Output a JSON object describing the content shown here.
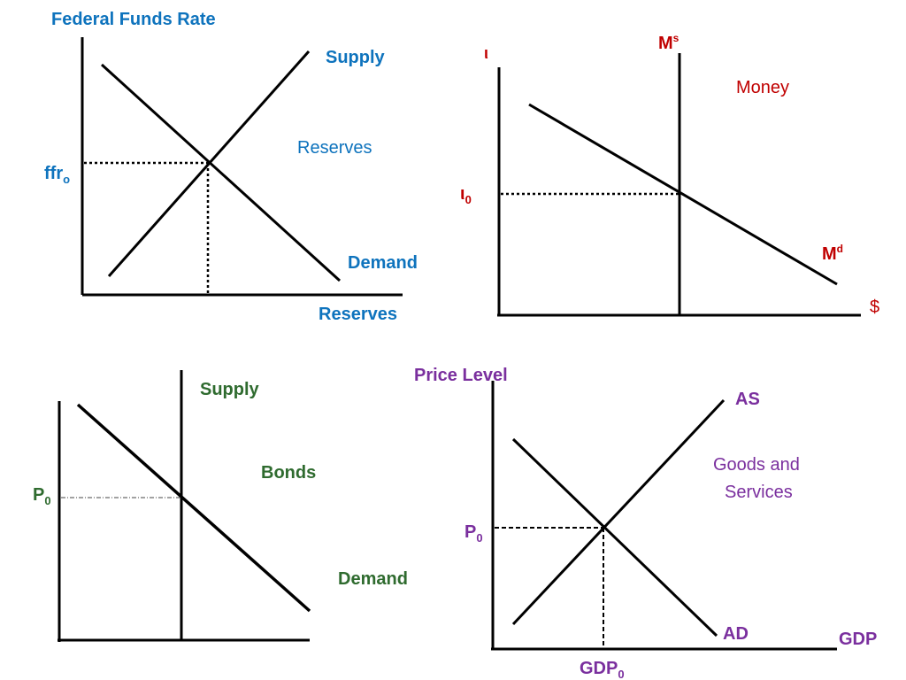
{
  "reserves_panel": {
    "y_axis_label": "Federal Funds Rate",
    "x_axis_label": "Reserves",
    "market_label": "Reserves",
    "supply_label": "Supply",
    "demand_label": "Demand",
    "equilibrium_rate_base": "ffr",
    "equilibrium_rate_sub": "o"
  },
  "money_panel": {
    "y_axis_label": "ι",
    "x_axis_label": "$",
    "market_label": "Money",
    "supply_base": "M",
    "supply_sup": "s",
    "demand_base": "M",
    "demand_sup": "d",
    "equilibrium_rate_base": "ι",
    "equilibrium_rate_sub": "0"
  },
  "bonds_panel": {
    "market_label": "Bonds",
    "supply_label": "Supply",
    "demand_label": "Demand",
    "equilibrium_price_base": "P",
    "equilibrium_price_sub": "0"
  },
  "goods_panel": {
    "y_axis_label": "Price Level",
    "x_axis_label": "GDP",
    "market_label_line1": "Goods and",
    "market_label_line2": "Services",
    "supply_label": "AS",
    "demand_label": "AD",
    "equilibrium_price_base": "P",
    "equilibrium_price_sub": "0",
    "equilibrium_output_base": "GDP",
    "equilibrium_output_sub": "0"
  },
  "colors": {
    "reserves": "#0e73bd",
    "money": "#c00000",
    "bonds": "#2f6b2f",
    "goods": "#7a2f9e",
    "lines": "#000000"
  }
}
